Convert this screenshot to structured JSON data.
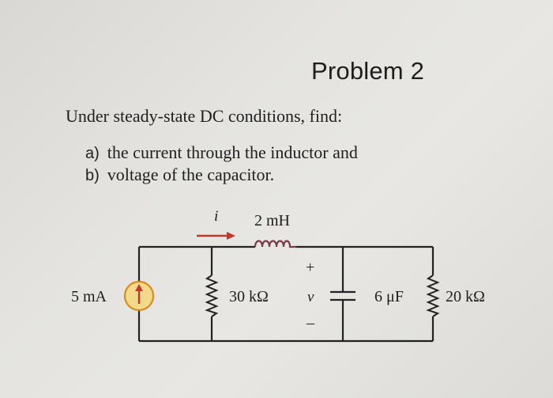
{
  "problem": {
    "title": "Problem 2",
    "intro": "Under steady-state DC conditions, find:",
    "items": [
      {
        "marker": "a)",
        "text": "the current through the inductor and"
      },
      {
        "marker": "b)",
        "text": "voltage of the capacitor."
      }
    ]
  },
  "circuit": {
    "source_label": "5 mA",
    "current_symbol": "i",
    "inductor_label": "2 mH",
    "resistor1_label": "30 kΩ",
    "voltage_symbol": "v",
    "plus_sign": "+",
    "minus_sign": "–",
    "capacitor_label": "6 μF",
    "resistor2_label": "20 kΩ",
    "colors": {
      "wire": "#222222",
      "source_fill": "#f3d98a",
      "source_stroke": "#d98a1e",
      "arrow": "#c0392b"
    }
  }
}
